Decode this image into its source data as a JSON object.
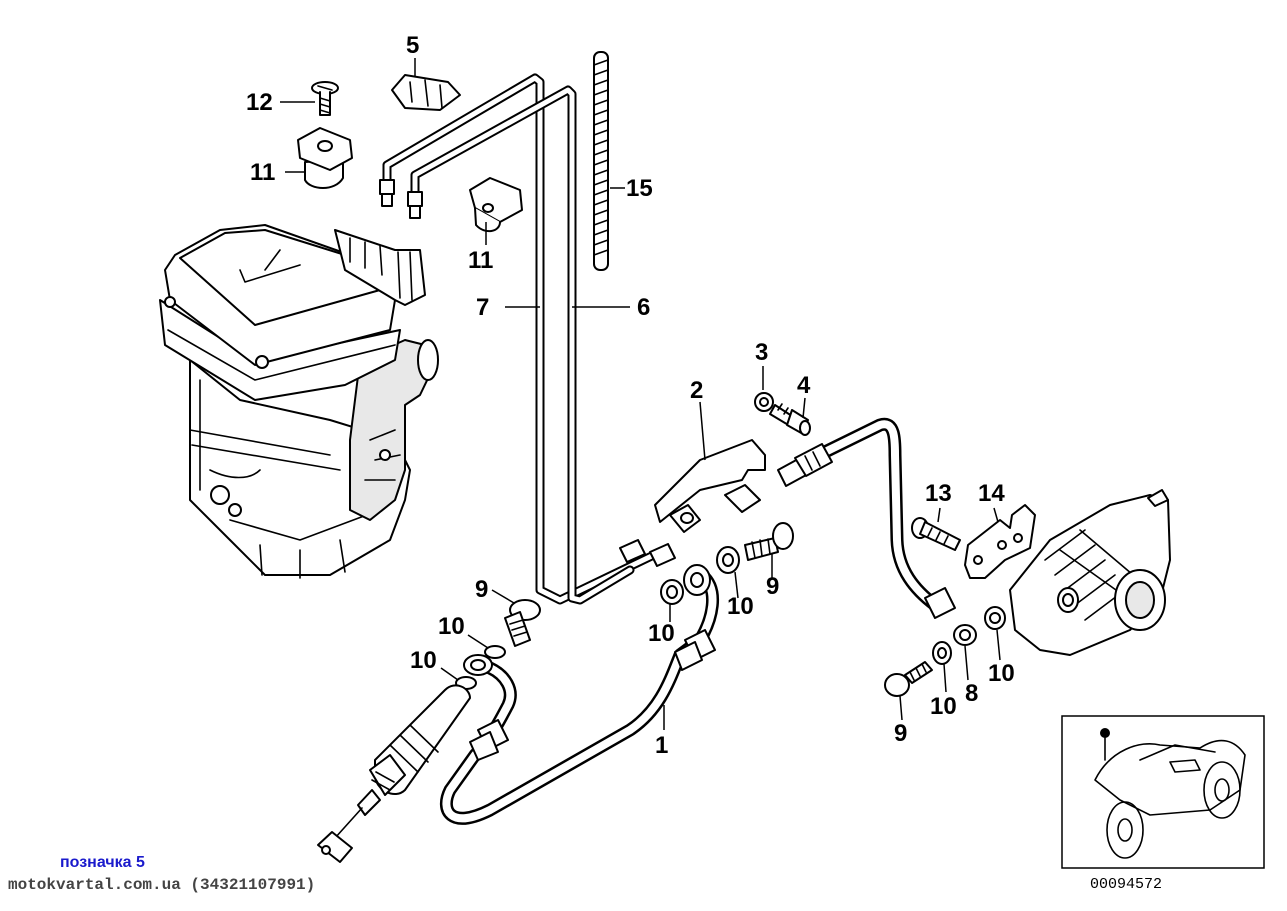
{
  "diagram": {
    "callouts": {
      "c1": "1",
      "c2": "2",
      "c3": "3",
      "c4": "4",
      "c5": "5",
      "c6": "6",
      "c7": "7",
      "c8": "8",
      "c9a": "9",
      "c9b": "9",
      "c9c": "9",
      "c10a": "10",
      "c10b": "10",
      "c10c": "10",
      "c10d": "10",
      "c10e": "10",
      "c10f": "10",
      "c11a": "11",
      "c11b": "11",
      "c12": "12",
      "c13": "13",
      "c14": "14",
      "c15": "15"
    },
    "inset_code": "00094572"
  },
  "watermark": {
    "tag": "позначка 5",
    "site": "motokvartal.com.ua (34321107991)"
  }
}
